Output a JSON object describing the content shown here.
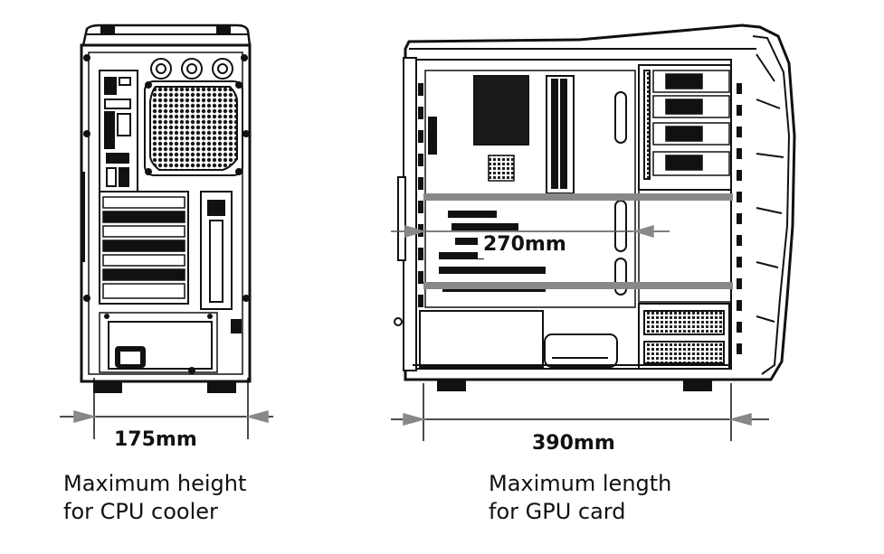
{
  "front_view": {
    "dimension": "175mm",
    "caption_line1": "Maximum height",
    "caption_line2": "for CPU cooler"
  },
  "side_view": {
    "dimension": "390mm",
    "inner_dimension": "270mm",
    "caption_line1": "Maximum length",
    "caption_line2": "for GPU card"
  },
  "colors": {
    "line": "#111111",
    "dimension_bar": "#888888",
    "mesh": "#1a1a1a"
  }
}
